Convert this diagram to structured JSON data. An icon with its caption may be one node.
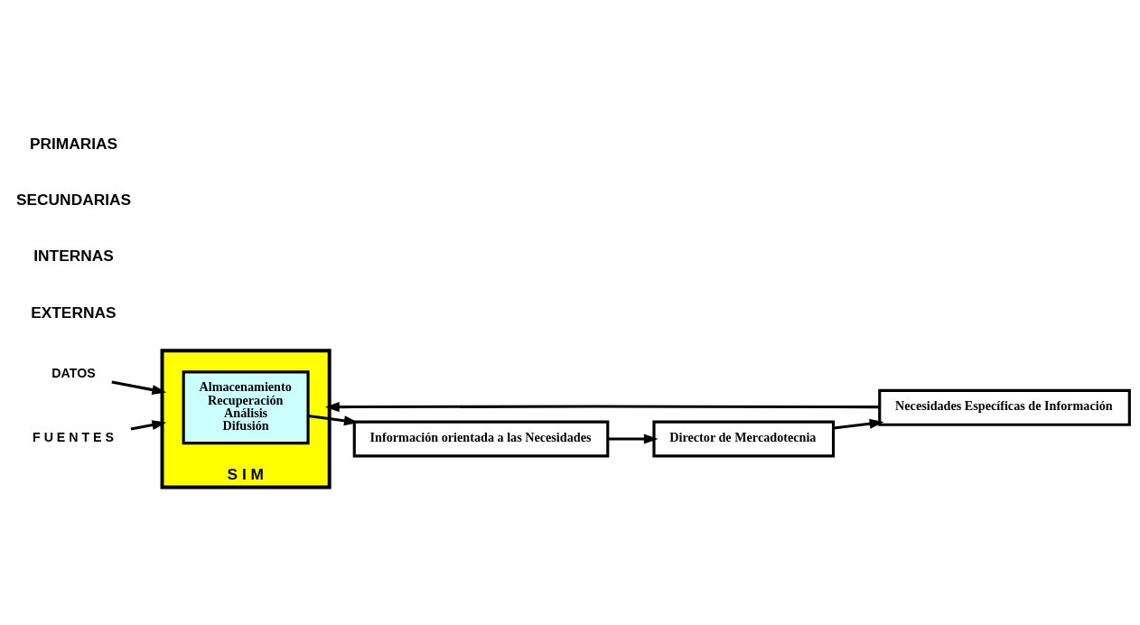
{
  "diagram": {
    "nodes": [
      {
        "text": [
          "Director de Mercadotecnia"
        ]
      },
      {
        "text": [
          "Información orientada a las Necesidades"
        ]
      },
      {
        "text": [
          "Necesidades Específicas de Información"
        ]
      },
      {
        "text": [
          "S I M"
        ]
      },
      {
        "text": [
          "Almacenamiento",
          "Recuperación",
          "Análisis",
          "Difusión"
        ],
        "in": 3
      },
      {
        "text": [
          "DATOS"
        ]
      },
      {
        "text": [
          "F U E N T E S"
        ]
      }
    ],
    "edges": [
      {
        "from": 1,
        "to": 0,
        "arrow": "to"
      },
      {
        "from": 0,
        "to": 2,
        "arrow": "to"
      },
      {
        "from": 2,
        "to": 3,
        "arrow": "to"
      },
      {
        "from": 4,
        "to": 1,
        "arrow": "to"
      },
      {
        "from": 5,
        "to": 3,
        "arrow": "to"
      },
      {
        "from": 6,
        "to": 3,
        "arrow": "to"
      }
    ],
    "labels": [
      "PRIMARIAS",
      "SECUNDARIAS",
      "INTERNAS",
      "EXTERNAS"
    ]
  }
}
